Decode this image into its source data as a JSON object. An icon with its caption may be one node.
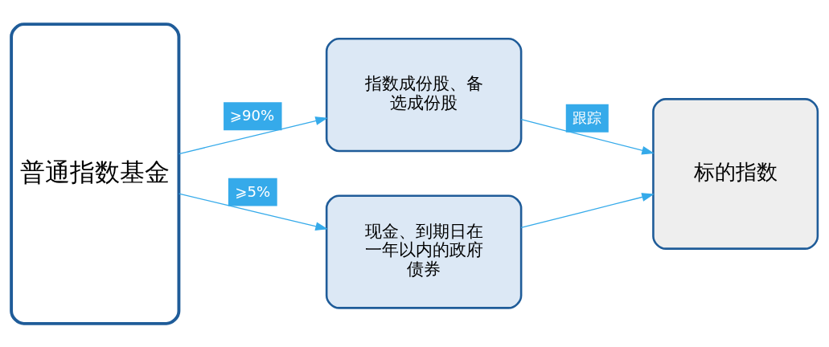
{
  "diagram": {
    "nodes": [
      {
        "text": [
          "普通指数基金"
        ]
      },
      {
        "text": [
          "指数成份股、备选成份股"
        ]
      },
      {
        "text": [
          "现金、到期日在一年以内的政府债券"
        ]
      },
      {
        "text": [
          "标的指数"
        ]
      }
    ],
    "edges": [
      {
        "from": 0,
        "to": 1,
        "arrow": "to",
        "label": "⩾90%"
      },
      {
        "from": 0,
        "to": 2,
        "arrow": "to",
        "label": "⩾5%"
      },
      {
        "from": 1,
        "to": 3,
        "arrow": "to",
        "label": "跟踪"
      },
      {
        "from": 2,
        "to": 3,
        "arrow": "to"
      }
    ]
  }
}
